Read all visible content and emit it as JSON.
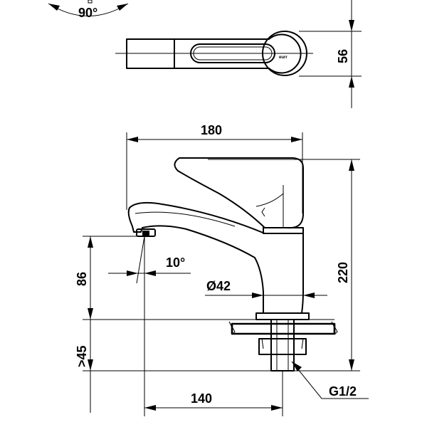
{
  "dimensions": {
    "rotation_angle": "90°",
    "handle_depth": "56",
    "overall_length": "180",
    "overall_height": "220",
    "spout_height": "86",
    "spout_angle": "10°",
    "body_diameter": "Ø42",
    "deck_thickness": ">45",
    "spout_reach": "140",
    "thread": "G1/2"
  },
  "brand_mark": "eurr"
}
